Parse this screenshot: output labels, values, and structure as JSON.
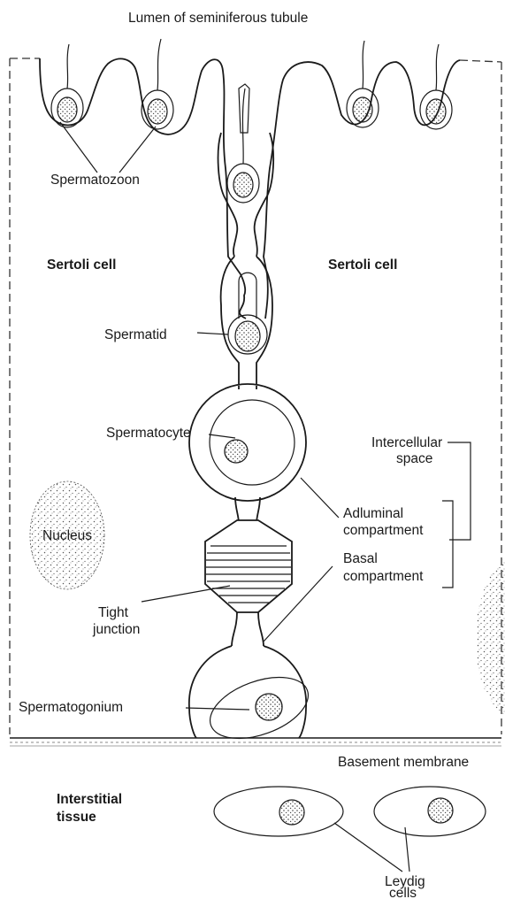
{
  "labels": {
    "lumen": "Lumen of seminiferous tubule",
    "spermatozoon": "Spermatozoon",
    "sertoli_left": "Sertoli cell",
    "sertoli_right": "Sertoli cell",
    "spermatid": "Spermatid",
    "spermatocyte": "Spermatocyte",
    "intercellular_line1": "Intercellular",
    "intercellular_line2": "space",
    "nucleus": "Nucleus",
    "adluminal_line1": "Adluminal",
    "adluminal_line2": "compartment",
    "basal_line1": "Basal",
    "basal_line2": "compartment",
    "tight_line1": "Tight",
    "tight_line2": "junction",
    "spermatogonium": "Spermatogonium",
    "basement_membrane": "Basement membrane",
    "interstitial_line1": "Interstitial",
    "interstitial_line2": "tissue",
    "leydig_line1": "Leydig",
    "leydig_line2": "cells"
  },
  "colors": {
    "ink": "#1a1a1a",
    "stipple": "#555555",
    "background": "#ffffff"
  }
}
